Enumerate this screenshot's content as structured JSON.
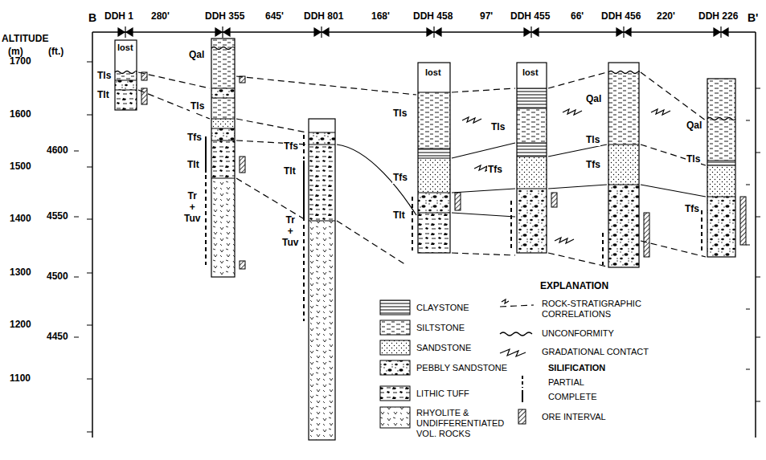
{
  "diagram": {
    "labels": [
      "B",
      "DDH 1",
      "280'",
      "DDH 355",
      "645'",
      "DDH 801",
      "168'",
      "DDH 458",
      "97'",
      "DDH 455",
      "66'",
      "DDH 456",
      "220'",
      "DDH 226",
      "B'",
      "ALTITUDE",
      "(m)",
      "(ft.)",
      "1700",
      "1600",
      "1500",
      "1400",
      "1300",
      "1200",
      "1100",
      "4600",
      "4550",
      "4500",
      "4450",
      "lost",
      "lost",
      "lost",
      "Tls",
      "Tlt",
      "Qal",
      "Tls",
      "Tfs",
      "Tlt",
      "Tr + Tuv",
      "Tfs",
      "Tlt",
      "Tr + Tuv",
      "Tls",
      "Tfs",
      "Tlt",
      "Tls",
      "Tfs",
      "Qal",
      "Tls",
      "Tfs",
      "Qal",
      "Tls",
      "Tfs",
      "EXPLANATION",
      "SILIFICATION"
    ],
    "legend": [
      {
        "text": "CLAYSTONE"
      },
      {
        "text": "SILTSTONE"
      },
      {
        "text": "SANDSTONE"
      },
      {
        "text": "PEBBLY SANDSTONE"
      },
      {
        "text": "LITHIC TUFF"
      },
      {
        "text": "RHYOLITE & UNDIFFERENTIATED VOL. ROCKS"
      },
      {
        "text": "ROCK-STRATIGRAPHIC CORRELATIONS"
      },
      {
        "text": "UNCONFORMITY"
      },
      {
        "text": "GRADATIONAL CONTACT"
      },
      {
        "text": "PARTIAL"
      },
      {
        "text": "COMPLETE"
      },
      {
        "text": "ORE INTERVAL"
      }
    ]
  }
}
